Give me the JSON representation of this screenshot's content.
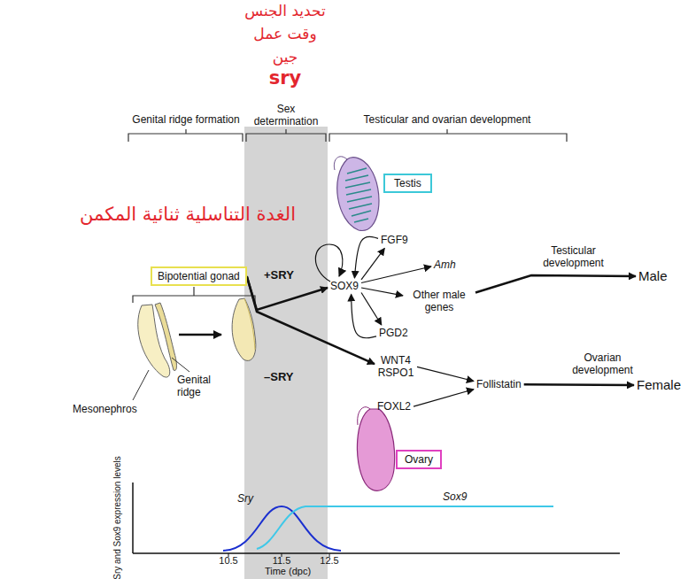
{
  "diagram": {
    "nodes": [
      {
        "text": [
          "Testis"
        ]
      },
      {
        "text": [
          "Bipotential gonad"
        ]
      },
      {
        "text": [
          "SOX9"
        ]
      },
      {
        "text": [
          "FGF9"
        ]
      },
      {
        "text": [
          "Amh"
        ]
      },
      {
        "text": [
          "Other male genes"
        ]
      },
      {
        "text": [
          "PGD2"
        ]
      },
      {
        "text": [
          "Male"
        ]
      },
      {
        "text": [
          "WNT4 RSPO1"
        ]
      },
      {
        "text": [
          "FOXL2"
        ]
      },
      {
        "text": [
          "Follistatin"
        ]
      },
      {
        "text": [
          "Female"
        ]
      },
      {
        "text": [
          "Ovary"
        ]
      }
    ],
    "edges": [
      {
        "from": 1,
        "to": 2,
        "arrow": "to",
        "label": "+SRY"
      },
      {
        "from": 1,
        "to": 8,
        "arrow": "to",
        "label": "–SRY"
      },
      {
        "from": 2,
        "to": 3,
        "arrow": "to"
      },
      {
        "from": 3,
        "to": 2,
        "arrow": "to"
      },
      {
        "from": 2,
        "to": 4,
        "arrow": "to"
      },
      {
        "from": 2,
        "to": 5,
        "arrow": "to"
      },
      {
        "from": 2,
        "to": 6,
        "arrow": "to"
      },
      {
        "from": 6,
        "to": 2,
        "arrow": "to"
      },
      {
        "from": 5,
        "to": 7,
        "arrow": "to",
        "label": "Testicular development"
      },
      {
        "from": 8,
        "to": 10,
        "arrow": "to"
      },
      {
        "from": 9,
        "to": 10,
        "arrow": "to"
      },
      {
        "from": 10,
        "to": 11,
        "arrow": "to",
        "label": "Ovarian development"
      }
    ],
    "labels": [
      "تحديد الجنس",
      "وقت عمل",
      "جين",
      "sry",
      "Genital ridge formation",
      "Sex determination",
      "Testicular and ovarian development",
      "الغدة التناسلية ثنائية المكمن",
      "Mesonephros",
      "Genital ridge",
      "Sry and Sox9 expression levels",
      "Sry",
      "Sox9",
      "10.5",
      "11.5",
      "12.5",
      "Time (dpc)"
    ]
  }
}
